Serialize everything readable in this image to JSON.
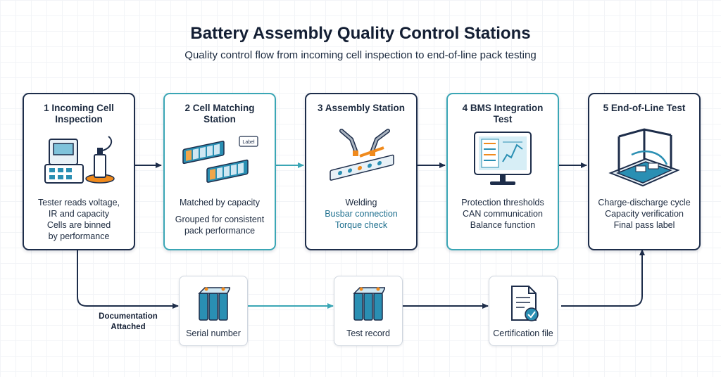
{
  "header": {
    "title": "Battery Assembly Quality Control Stations",
    "subtitle": "Quality control flow from incoming cell inspection to end-of-line pack testing"
  },
  "stations": [
    {
      "title": "1 Incoming Cell\nInspection",
      "icon": "cell-tester-icon",
      "lines": [
        "Tester reads voltage,",
        "IR and capacity",
        "Cells are binned",
        "by performance"
      ]
    },
    {
      "title": "2 Cell Matching\nStation",
      "icon": "matched-cell-modules-icon",
      "icon_label": "Label",
      "lines": [
        "Matched by capacity",
        "Grouped for consistent",
        "pack performance"
      ]
    },
    {
      "title": "3 Assembly Station",
      "icon": "welding-robot-icon",
      "lines": [
        "Welding",
        "Busbar connection",
        "Torque check"
      ]
    },
    {
      "title": "4 BMS Integration\nTest",
      "icon": "bms-monitor-icon",
      "lines": [
        "Protection thresholds",
        "CAN communication",
        "Balance function"
      ]
    },
    {
      "title": "5 End-of-Line Test",
      "icon": "test-rig-icon",
      "lines": [
        "Charge-discharge cycle",
        "Capacity verification",
        "Final pass label"
      ]
    }
  ],
  "documentation": {
    "label": "Documentation\nAttached",
    "items": [
      {
        "label": "Serial number",
        "icon": "battery-pack-icon"
      },
      {
        "label": "Test record",
        "icon": "battery-pack-icon"
      },
      {
        "label": "Certification file",
        "icon": "certificate-document-icon"
      }
    ]
  },
  "colors": {
    "navy": "#1d2d4a",
    "teal": "#3aa6b5",
    "accent_orange": "#f08a1c",
    "cell_blue": "#2a8fb3"
  }
}
